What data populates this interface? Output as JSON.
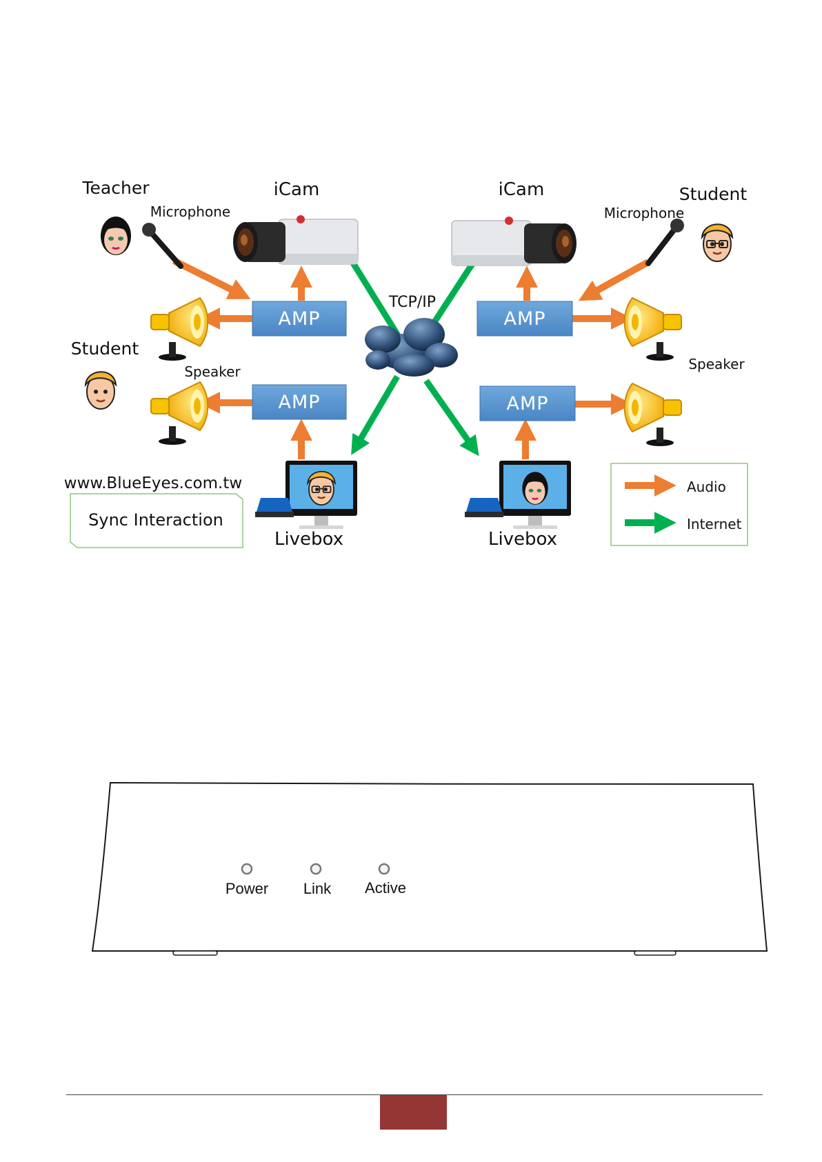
{
  "diagram": {
    "labels": {
      "teacher": "Teacher",
      "student_left": "Student",
      "student_right": "Student",
      "icam_left": "iCam",
      "icam_right": "iCam",
      "microphone_left": "Microphone",
      "microphone_right": "Microphone",
      "speaker_left": "Speaker",
      "speaker_right": "Speaker",
      "tcpip": "TCP/IP",
      "livebox_left": "Livebox",
      "livebox_right": "Livebox",
      "website": "www.BlueEyes.com.tw",
      "sync": "Sync Interaction"
    },
    "amp_label": "AMP",
    "legend": [
      {
        "label": "Audio",
        "color": "#ED7D31"
      },
      {
        "label": "Internet",
        "color": "#00B050"
      }
    ],
    "colors": {
      "audio_arrow": "#ED7D31",
      "internet_arrow": "#00B050",
      "amp_box": "#5B9BD5",
      "frame_border": "#8FC57A"
    }
  },
  "device": {
    "leds": [
      {
        "label": "Power"
      },
      {
        "label": "Link"
      },
      {
        "label": "Active"
      }
    ]
  },
  "footer": {
    "tab_color": "#943634"
  }
}
